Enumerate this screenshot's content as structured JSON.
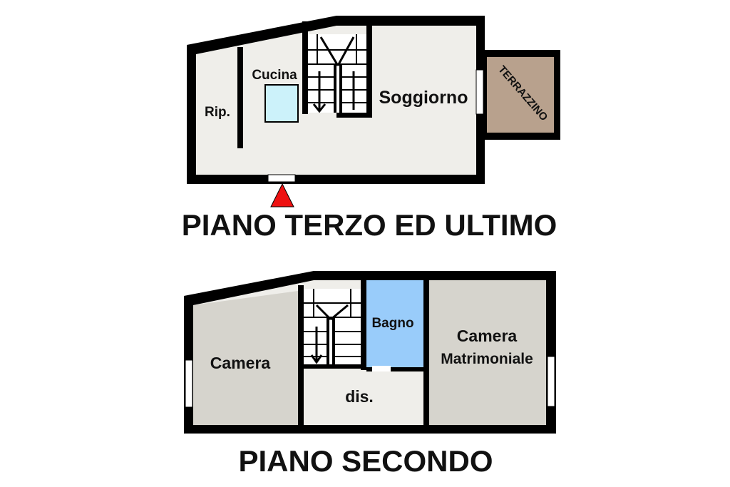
{
  "floors": {
    "upper": {
      "title": "PIANO TERZO ED ULTIMO",
      "rooms": {
        "storage": "Rip.",
        "kitchen": "Cucina",
        "living": "Soggiorno",
        "terrace": "TERRAZZINO"
      }
    },
    "lower": {
      "title": "PIANO SECONDO",
      "rooms": {
        "bedroom": "Camera",
        "bathroom": "Bagno",
        "master_line1": "Camera",
        "master_line2": "Matrimoniale",
        "hall": "dis."
      }
    }
  },
  "icons": {
    "entrance": "entrance-arrow-icon",
    "stairs": "staircase-icon"
  },
  "colors": {
    "wall": "#000000",
    "floor": "#efeeea",
    "room_grey": "#d6d4cd",
    "terrace": "#b8a18d",
    "bathroom": "#99ccfa",
    "kitchen_block": "#ccf2fa",
    "entrance_arrow": "#ee1111"
  }
}
